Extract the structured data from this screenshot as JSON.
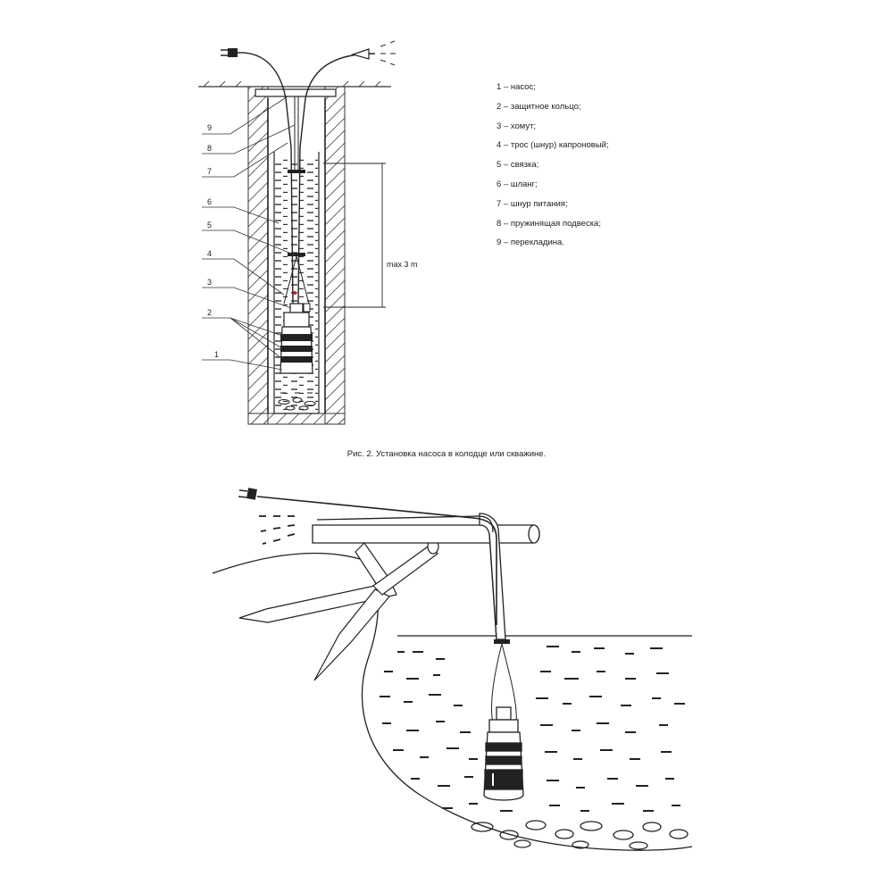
{
  "figure1": {
    "callouts": [
      "9",
      "8",
      "7",
      "6",
      "5",
      "4",
      "3",
      "2",
      "1"
    ],
    "depth_label": "max 3 m",
    "legend": [
      "1 – насос;",
      "2 – защитное кольцо;",
      "3 – хомут;",
      "4 – трос (шнур) капроновый;",
      "5 – связка;",
      "6 – шланг;",
      "7 – шнур питания;",
      "8 – пружинящая подвеска;",
      "9 – перекладина."
    ],
    "caption": "Рис. 2. Установка насоса в колодце или скважине."
  }
}
